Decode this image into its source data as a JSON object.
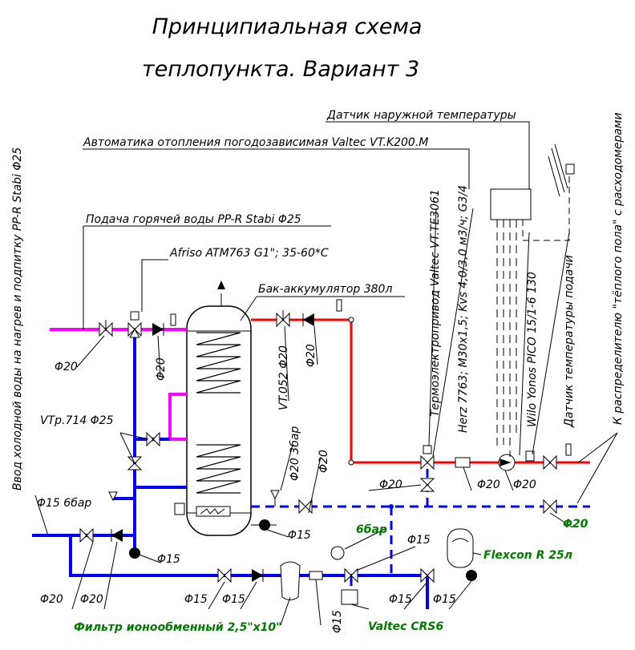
{
  "title": {
    "line1": "Принципиальная схема",
    "line2": "теплопункта. Вариант 3"
  },
  "labels": {
    "outdoor_sensor": "Датчик наружной температуры",
    "controller": "Автоматика отопления погодозависимая Valtec VT.K200.M",
    "hot_water_supply": "Подача горячей воды PP-R Stabi Φ25",
    "cold_water_input": "Ввод холодной воды на нагрев и подпитку PP-R Stabi Φ25",
    "mixing_valve": "Afriso ATM763 G1\"; 35-60*C",
    "tank": "Бак-аккумулятор 380л",
    "actuator": "Термоэлектропривод Valtec VT.TE3061",
    "valve_3way": "Herz 7763; M30x1,5; Kvs 4,0/3,0 м3/ч; G3/4",
    "pump": "Wilo Yonos PICO 15/1-6 130",
    "supply_sensor": "Датчик температуры подачи",
    "floor_distributor": "К распределителю \"тёплого пола\" с расходомерами",
    "valve_vtp714": "VTp.714 Φ25",
    "safety_valve": "VT.052 Φ20",
    "safety_valve_pressure": "Φ20 3бар",
    "pressure_6bar": "6бар",
    "reducer_6bar": "Φ15 6бар",
    "flexcon": "Flexcon R 25л",
    "filter": "Фильтр ионообменный 2,5\"x10\"",
    "valtec_crs6": "Valtec CRS6"
  },
  "dims": {
    "d20": "Φ20",
    "d15": "Φ15"
  },
  "colors": {
    "hot_water": "#ff00ff",
    "cold_water": "#0000ff",
    "heating_supply": "#ff0000",
    "heating_return": "#0000ff",
    "outline": "#000000",
    "label_accent": "#007a00"
  }
}
